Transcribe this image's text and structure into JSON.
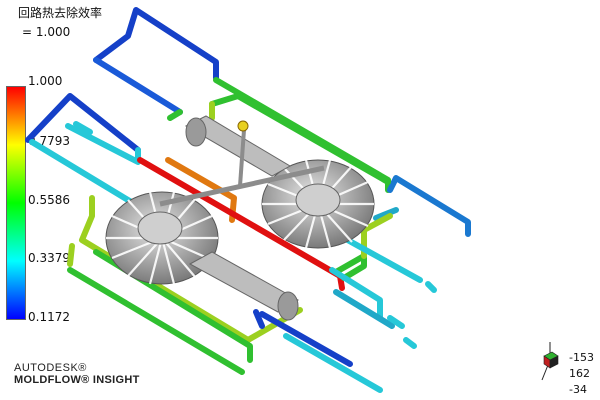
{
  "result": {
    "title": "回路热去除效率",
    "value_line": "= 1.000"
  },
  "colorbar": {
    "ticks": [
      "1.000",
      "0.7793",
      "0.5586",
      "0.3379",
      "0.1172"
    ],
    "colors": [
      "#ff0000",
      "#ffff00",
      "#00ff00",
      "#00ffff",
      "#0000ff"
    ]
  },
  "brand": {
    "company": "AUTODESK®",
    "product": "MOLDFLOW® INSIGHT"
  },
  "orientation": {
    "x": "-153",
    "y": "162",
    "z": "-34"
  },
  "palette": {
    "blue": "#1540c8",
    "cyan": "#26c8d8",
    "teal": "#20b8c0",
    "green": "#30c030",
    "ygreen": "#9cd020",
    "orange": "#e07810",
    "red": "#e01010",
    "part_gray": "#a8a8a8"
  }
}
